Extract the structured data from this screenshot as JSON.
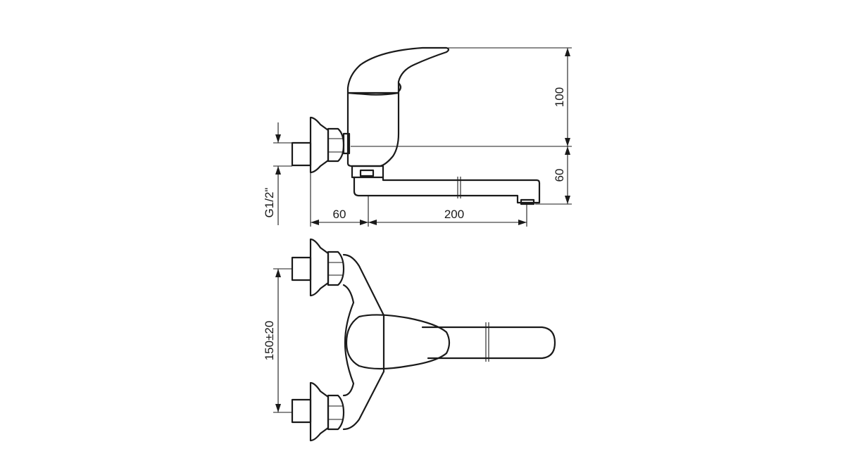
{
  "dimensions": {
    "height_handle": "100",
    "height_spout": "60",
    "wall_offset": "60",
    "spout_reach": "200",
    "thread": "G1/2\"",
    "spacing": "150±20"
  },
  "colors": {
    "line": "#1a1a1a",
    "background": "#ffffff"
  }
}
